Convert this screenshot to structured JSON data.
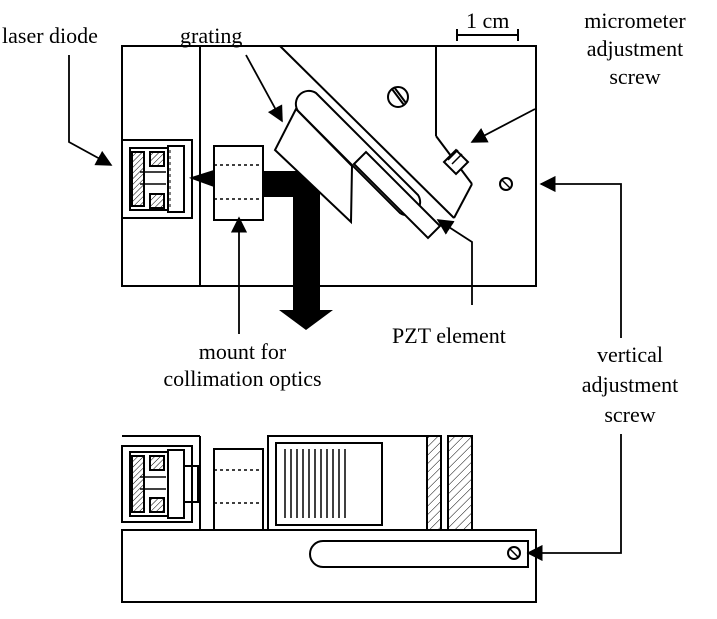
{
  "labels": {
    "laser_diode": "laser diode",
    "grating": "grating",
    "scale_bar": "1 cm",
    "micrometer_line1": "micrometer",
    "micrometer_line2": "adjustment",
    "micrometer_line3": "screw",
    "pzt_element": "PZT element",
    "mount_line1": "mount for",
    "mount_line2": "collimation optics",
    "vertical_line1": "vertical",
    "vertical_line2": "adjustment",
    "vertical_line3": "screw"
  },
  "colors": {
    "ink": "#000000",
    "background": "#ffffff"
  }
}
